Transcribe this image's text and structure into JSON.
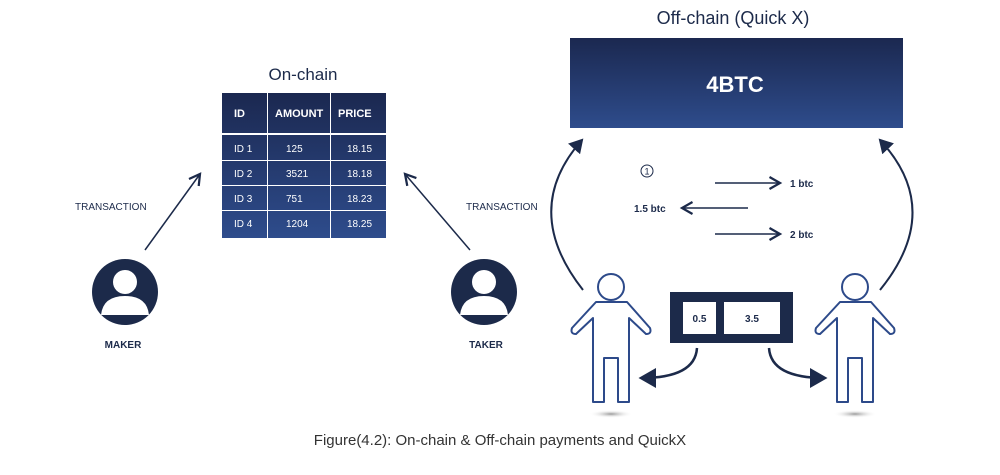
{
  "offchain": {
    "title": "Off-chain (Quick X)",
    "balance": "4BTC"
  },
  "onchain": {
    "title": "On-chain",
    "columns": [
      "ID",
      "AMOUNT",
      "PRICE"
    ],
    "rows": [
      [
        "ID 1",
        "125",
        "18.15"
      ],
      [
        "ID 2",
        "3521",
        "18.18"
      ],
      [
        "ID 3",
        "751",
        "18.23"
      ],
      [
        "ID 4",
        "1204",
        "18.25"
      ]
    ]
  },
  "labels": {
    "transaction_left": "TRANSACTION",
    "transaction_right": "TRANSACTION",
    "maker": "MAKER",
    "taker": "TAKER"
  },
  "payments": {
    "step": "①",
    "p1": "1 btc",
    "p2": "1.5 btc",
    "p3": "2 btc"
  },
  "channel": {
    "left": "0.5",
    "right": "3.5"
  },
  "caption": "Figure(4.2): On-chain & Off-chain payments and QuickX",
  "colors": {
    "navy": "#1c2a4a",
    "blue": "#2d4a8a"
  }
}
